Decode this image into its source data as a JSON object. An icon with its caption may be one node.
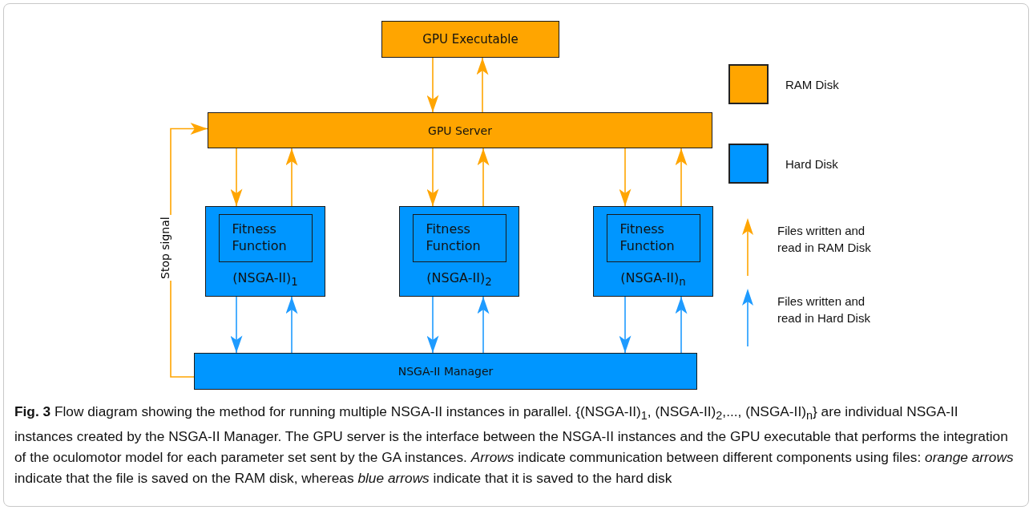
{
  "diagram": {
    "caption": "**Fig. 3** Flow diagram showing the method for running multiple NSGA-II instances in parallel. {(NSGA-II)$_{1}$, (NSGA-II)$_{2}$,..., (NSGA-II)$_{n}$} are individual NSGA-II instances created by the NSGA-II Manager. The GPU server is the interface between the NSGA-II instances and the GPU executable that performs the integration of the oculomotor model for each parameter set sent by the GA instances. *Arrows* indicate communication between different components using files: *orange arrows* indicate that the file is saved on the RAM disk, whereas *blue arrows* indicate that it is saved to the hard disk",
    "nodes": [
      {
        "text": [
          "GPU Executable"
        ]
      },
      {
        "text": [
          "GPU Server"
        ]
      },
      {
        "text": [
          "(NSGA-II)$_{1}$"
        ]
      },
      {
        "text": [
          "Fitness Function"
        ],
        "in": 2
      },
      {
        "text": [
          "(NSGA-II)$_{2}$"
        ]
      },
      {
        "text": [
          "Fitness Function"
        ],
        "in": 4
      },
      {
        "text": [
          "(NSGA-II)$_{n}$"
        ]
      },
      {
        "text": [
          "Fitness Function"
        ],
        "in": 6
      },
      {
        "text": [
          "NSGA-II Manager"
        ]
      }
    ],
    "edges": [
      {
        "from": 1,
        "to": 0,
        "arrow": "to"
      },
      {
        "from": 0,
        "to": 1,
        "arrow": "to"
      },
      {
        "from": 1,
        "to": 2,
        "arrow": "to"
      },
      {
        "from": 2,
        "to": 1,
        "arrow": "to"
      },
      {
        "from": 1,
        "to": 4,
        "arrow": "to"
      },
      {
        "from": 4,
        "to": 1,
        "arrow": "to"
      },
      {
        "from": 1,
        "to": 6,
        "arrow": "to"
      },
      {
        "from": 6,
        "to": 1,
        "arrow": "to"
      },
      {
        "from": 2,
        "to": 8,
        "arrow": "to",
        "color": "#1e9bff"
      },
      {
        "from": 8,
        "to": 2,
        "arrow": "to",
        "color": "#1e9bff"
      },
      {
        "from": 4,
        "to": 8,
        "arrow": "to",
        "color": "#1e9bff"
      },
      {
        "from": 8,
        "to": 4,
        "arrow": "to",
        "color": "#1e9bff"
      },
      {
        "from": 6,
        "to": 8,
        "arrow": "to",
        "color": "#1e9bff"
      },
      {
        "from": 8,
        "to": 6,
        "arrow": "to",
        "color": "#1e9bff"
      },
      {
        "from": 8,
        "to": 1,
        "arrow": "to",
        "label": "Stop signal"
      }
    ],
    "legend": [
      {
        "text": "RAM Disk",
        "color": "#ffa500"
      },
      {
        "text": "Hard Disk",
        "color": "#0096ff"
      },
      {
        "text": "Files written and read in RAM Disk"
      },
      {
        "text": "Files written and read in Hard Disk"
      }
    ]
  }
}
